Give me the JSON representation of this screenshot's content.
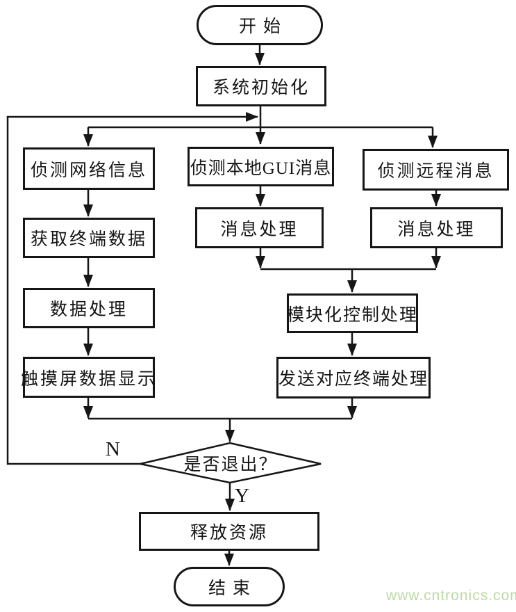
{
  "flowchart": {
    "nodes": {
      "start": "开始",
      "sys_init": "系统初始化",
      "detect_network": "侦测网络信息",
      "get_terminal_data": "获取终端数据",
      "data_processing": "数据处理",
      "touchscreen_display": "触摸屏数据显示",
      "detect_local_gui": "侦测本地GUI消息",
      "msg_processing_mid": "消息处理",
      "detect_remote": "侦测远程消息",
      "msg_processing_right": "消息处理",
      "modular_control": "模块化控制处理",
      "send_terminal": "发送对应终端处理",
      "exit_decision": "是否退出？",
      "release_resources": "释放资源",
      "end": "结束"
    },
    "edge_labels": {
      "no": "N",
      "yes": "Y"
    },
    "colors": {
      "line": "#161616",
      "background": "#ffffff",
      "watermark": "#bdd9a4"
    }
  },
  "watermark": {
    "text": "www.cntronics.com"
  }
}
